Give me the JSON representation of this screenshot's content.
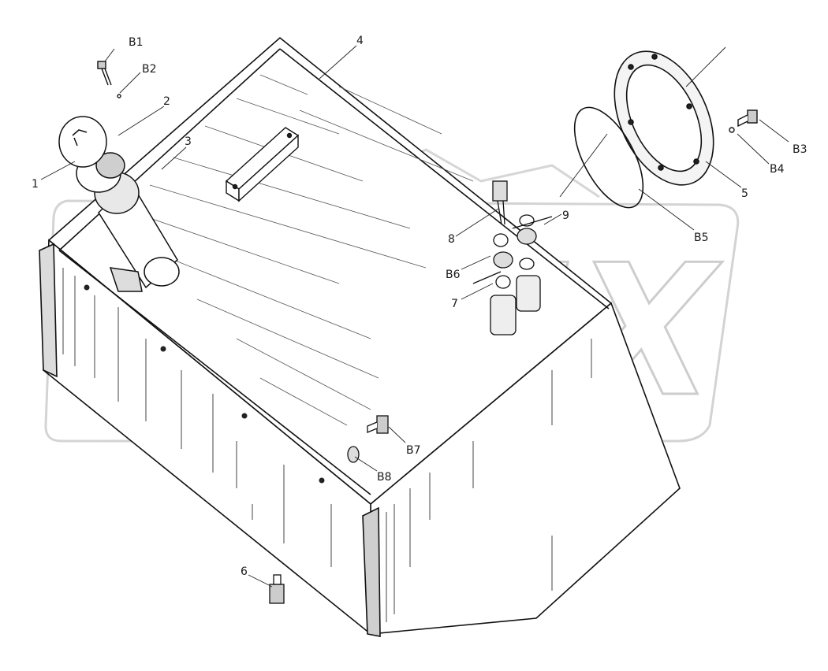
{
  "watermark": {
    "text": "OPEX"
  },
  "callouts": [
    {
      "id": "1",
      "text": "1"
    },
    {
      "id": "2",
      "text": "2"
    },
    {
      "id": "3",
      "text": "3"
    },
    {
      "id": "4",
      "text": "4"
    },
    {
      "id": "5",
      "text": "5"
    },
    {
      "id": "6",
      "text": "6"
    },
    {
      "id": "7",
      "text": "7"
    },
    {
      "id": "8",
      "text": "8"
    },
    {
      "id": "9",
      "text": "9"
    },
    {
      "id": "B1",
      "text": "B1"
    },
    {
      "id": "B2",
      "text": "B2"
    },
    {
      "id": "B3",
      "text": "B3"
    },
    {
      "id": "B4",
      "text": "B4"
    },
    {
      "id": "B5",
      "text": "B5"
    },
    {
      "id": "B6",
      "text": "B6"
    },
    {
      "id": "B7",
      "text": "B7"
    },
    {
      "id": "B8",
      "text": "B8"
    }
  ]
}
